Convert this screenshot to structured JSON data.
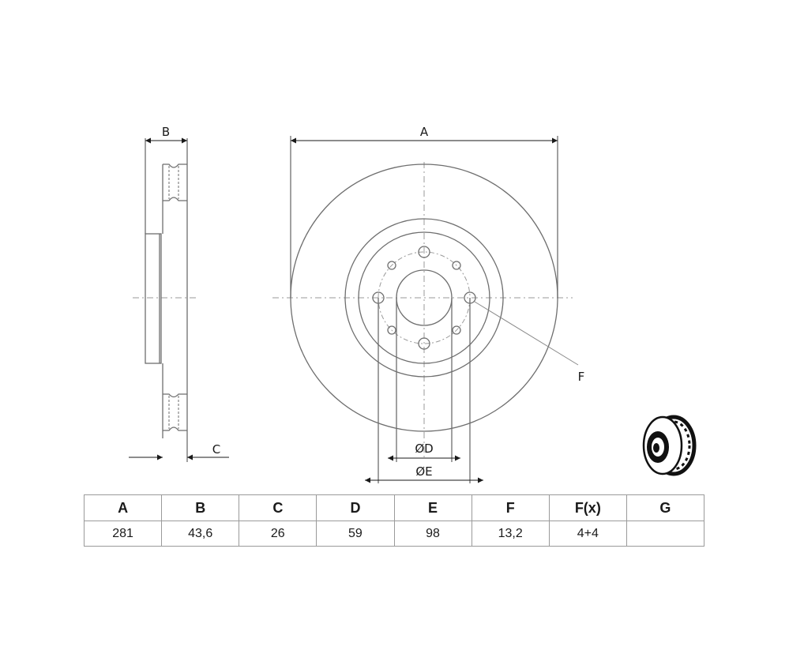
{
  "labels": {
    "A": "A",
    "B": "B",
    "C": "C",
    "D": "ØD",
    "E": "ØE",
    "F": "F"
  },
  "table": {
    "headers": [
      "A",
      "B",
      "C",
      "D",
      "E",
      "F",
      "F(x)",
      "G"
    ],
    "values": [
      "281",
      "43,6",
      "26",
      "59",
      "98",
      "13,2",
      "4+4",
      ""
    ]
  },
  "icons": {
    "thumbnail": "brake-disc-icon"
  },
  "colors": {
    "line": "#6e6e6e",
    "center_line": "#9a9a9a",
    "text": "#1a1a1a",
    "table_border": "#9a9a9a"
  }
}
